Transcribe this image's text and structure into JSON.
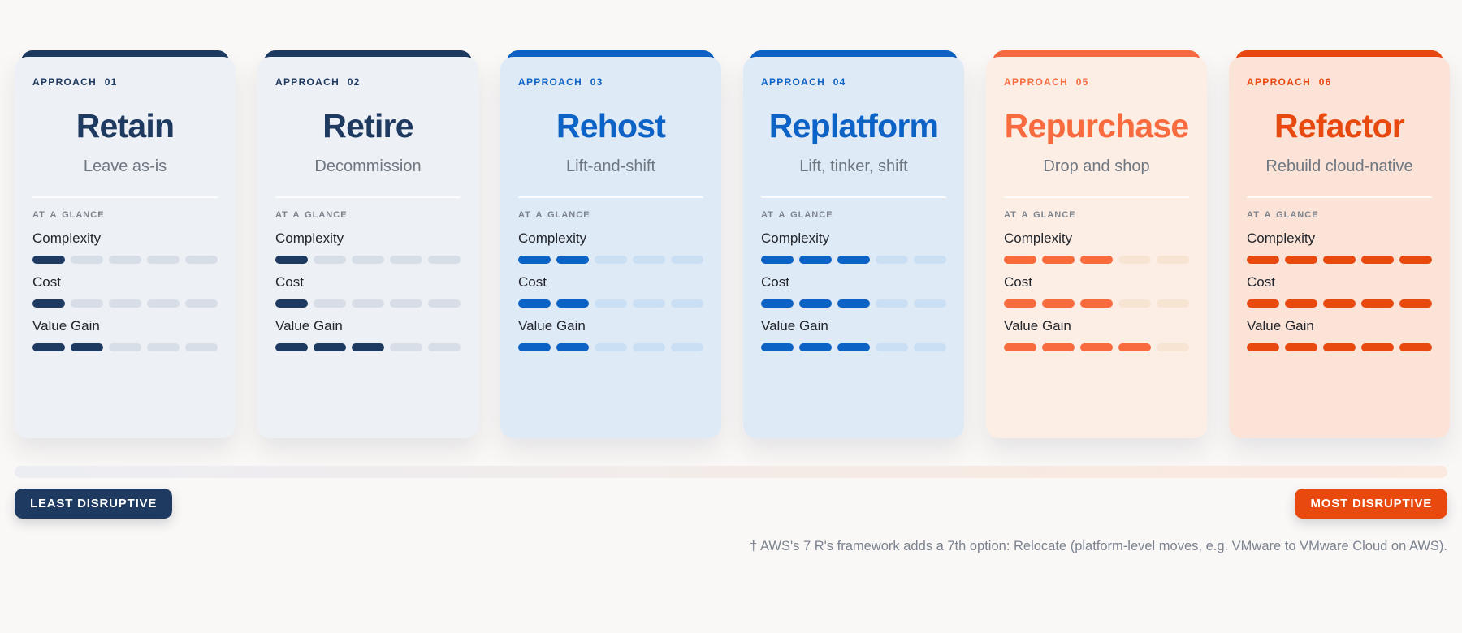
{
  "page": {
    "background": "#faf8f6"
  },
  "scale_max": 5,
  "cards": [
    {
      "approach_label": "APPROACH 01",
      "title": "Retain",
      "subtitle": "Leave as-is",
      "glance_label": "AT A GLANCE",
      "accent": "#1f3a60",
      "card_bg": "#edf0f4",
      "empty_segment": "#d8dee8",
      "metrics": [
        {
          "label": "Complexity",
          "value": 1
        },
        {
          "label": "Cost",
          "value": 1
        },
        {
          "label": "Value Gain",
          "value": 2
        }
      ]
    },
    {
      "approach_label": "APPROACH 02",
      "title": "Retire",
      "subtitle": "Decommission",
      "glance_label": "AT A GLANCE",
      "accent": "#1f3a60",
      "card_bg": "#edf0f4",
      "empty_segment": "#d8dee8",
      "metrics": [
        {
          "label": "Complexity",
          "value": 1
        },
        {
          "label": "Cost",
          "value": 1
        },
        {
          "label": "Value Gain",
          "value": 3
        }
      ]
    },
    {
      "approach_label": "APPROACH 03",
      "title": "Rehost",
      "subtitle": "Lift-and-shift",
      "glance_label": "AT A GLANCE",
      "accent": "#0d63c5",
      "card_bg": "#dfeaf7",
      "empty_segment": "#cbdff4",
      "metrics": [
        {
          "label": "Complexity",
          "value": 2
        },
        {
          "label": "Cost",
          "value": 2
        },
        {
          "label": "Value Gain",
          "value": 2
        }
      ]
    },
    {
      "approach_label": "APPROACH 04",
      "title": "Replatform",
      "subtitle": "Lift, tinker, shift",
      "glance_label": "AT A GLANCE",
      "accent": "#0d63c5",
      "card_bg": "#dfeaf7",
      "empty_segment": "#cbdff4",
      "metrics": [
        {
          "label": "Complexity",
          "value": 3
        },
        {
          "label": "Cost",
          "value": 3
        },
        {
          "label": "Value Gain",
          "value": 3
        }
      ]
    },
    {
      "approach_label": "APPROACH 05",
      "title": "Repurchase",
      "subtitle": "Drop and shop",
      "glance_label": "AT A GLANCE",
      "accent": "#f76b3e",
      "card_bg": "#fdeee5",
      "empty_segment": "#f7e4d3",
      "metrics": [
        {
          "label": "Complexity",
          "value": 3
        },
        {
          "label": "Cost",
          "value": 3
        },
        {
          "label": "Value Gain",
          "value": 4
        }
      ]
    },
    {
      "approach_label": "APPROACH 06",
      "title": "Refactor",
      "subtitle": "Rebuild cloud-native",
      "glance_label": "AT A GLANCE",
      "accent": "#e8490f",
      "card_bg": "#fbe3d8",
      "empty_segment": "#f6d6c5",
      "metrics": [
        {
          "label": "Complexity",
          "value": 5
        },
        {
          "label": "Cost",
          "value": 5
        },
        {
          "label": "Value Gain",
          "value": 5
        }
      ]
    }
  ],
  "footer": {
    "least_label": "LEAST DISRUPTIVE",
    "least_color": "#1f3a60",
    "most_label": "MOST DISRUPTIVE",
    "most_color": "#e8490f",
    "footnote": "† AWS's 7 R's framework adds a 7th option: Relocate (platform-level moves, e.g. VMware to VMware Cloud on AWS)."
  }
}
